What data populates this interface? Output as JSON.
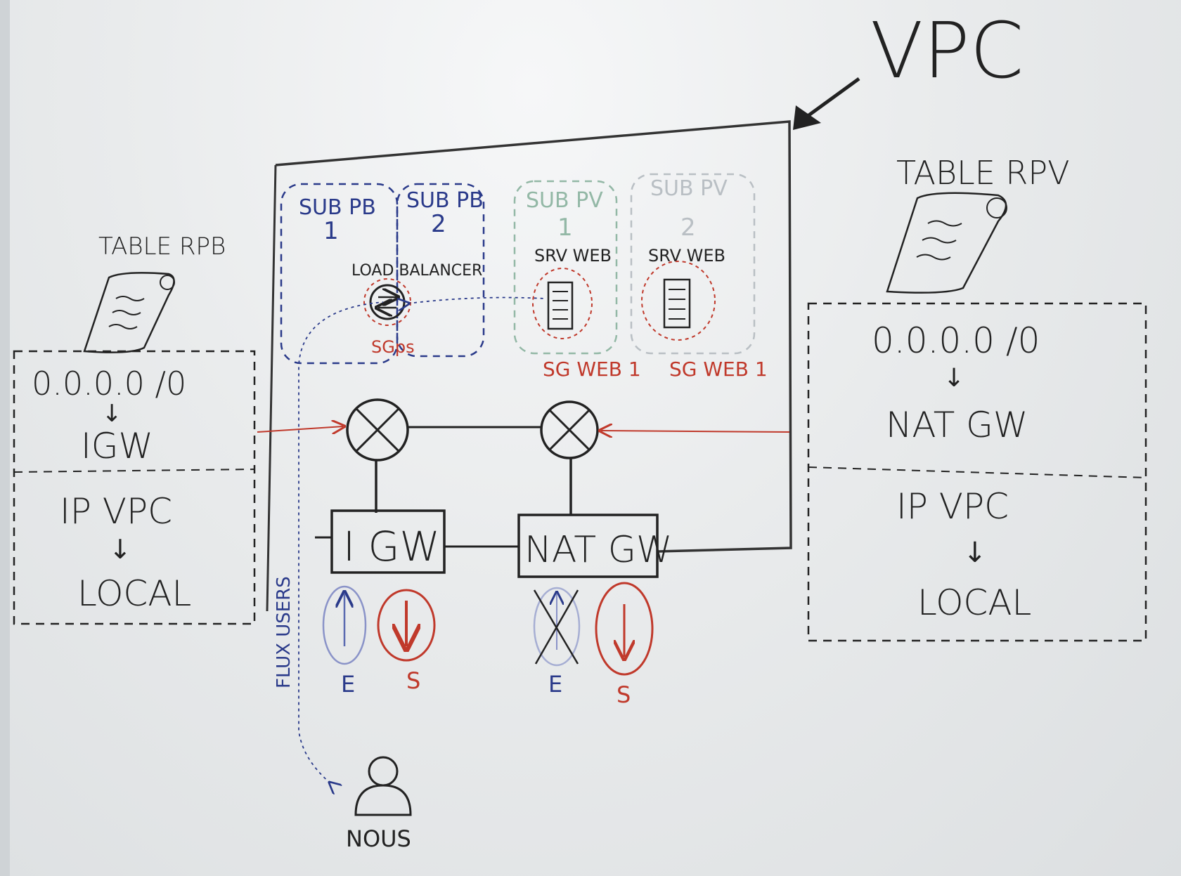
{
  "vpc": {
    "label": "VPC"
  },
  "table_rpb": {
    "title": "TABLE RPB",
    "routes": [
      {
        "dest": "0.0.0.0 /0",
        "arrow": "↓",
        "target": "IGW"
      },
      {
        "dest": "IP VPC",
        "arrow": "↓",
        "target": "LOCAL"
      }
    ]
  },
  "table_rpv": {
    "title": "TABLE RPV",
    "routes": [
      {
        "dest": "0.0.0.0 /0",
        "arrow": "↓",
        "target": "NAT GW"
      },
      {
        "dest": "IP VPC",
        "arrow": "↓",
        "target": "LOCAL"
      }
    ]
  },
  "subnets": [
    {
      "name": "SUB PB",
      "num": "1"
    },
    {
      "name": "SUB PB",
      "num": "2"
    },
    {
      "name": "SUB PV",
      "num": "1",
      "server": "SRV WEB",
      "sg": "SG WEB 1"
    },
    {
      "name": "SUB PV",
      "num": "2",
      "server": "SRV WEB",
      "sg": "SG WEB 1"
    }
  ],
  "load_balancer": {
    "label": "LOAD BALANCER",
    "sg": "SGps"
  },
  "gateways": {
    "igw": {
      "label": "I GW",
      "in": "E",
      "out": "S"
    },
    "nat": {
      "label": "NAT GW",
      "in": "E",
      "out": "S"
    }
  },
  "flux": {
    "label": "FLUX USERS"
  },
  "user": {
    "label": "NOUS"
  },
  "colors": {
    "ink": "#222222",
    "blue": "#2a3a8a",
    "red": "#c0392b",
    "green": "#93b8a6",
    "board": "#e9ebec"
  }
}
